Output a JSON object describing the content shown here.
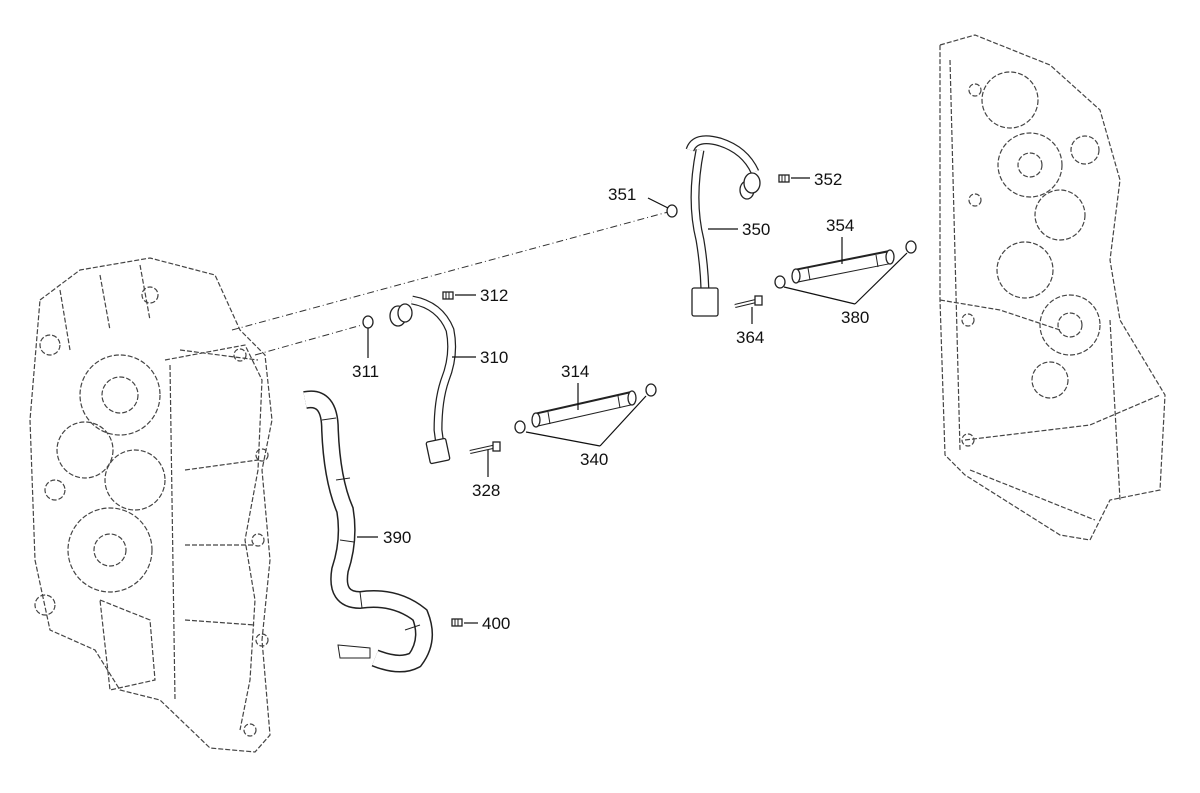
{
  "callouts": [
    {
      "id": "c311",
      "label": "311"
    },
    {
      "id": "c312",
      "label": "312"
    },
    {
      "id": "c310",
      "label": "310"
    },
    {
      "id": "c314",
      "label": "314"
    },
    {
      "id": "c340",
      "label": "340"
    },
    {
      "id": "c328",
      "label": "328"
    },
    {
      "id": "c390",
      "label": "390"
    },
    {
      "id": "c400",
      "label": "400"
    },
    {
      "id": "c351",
      "label": "351"
    },
    {
      "id": "c352",
      "label": "352"
    },
    {
      "id": "c350",
      "label": "350"
    },
    {
      "id": "c354",
      "label": "354"
    },
    {
      "id": "c364",
      "label": "364"
    },
    {
      "id": "c380",
      "label": "380"
    }
  ]
}
